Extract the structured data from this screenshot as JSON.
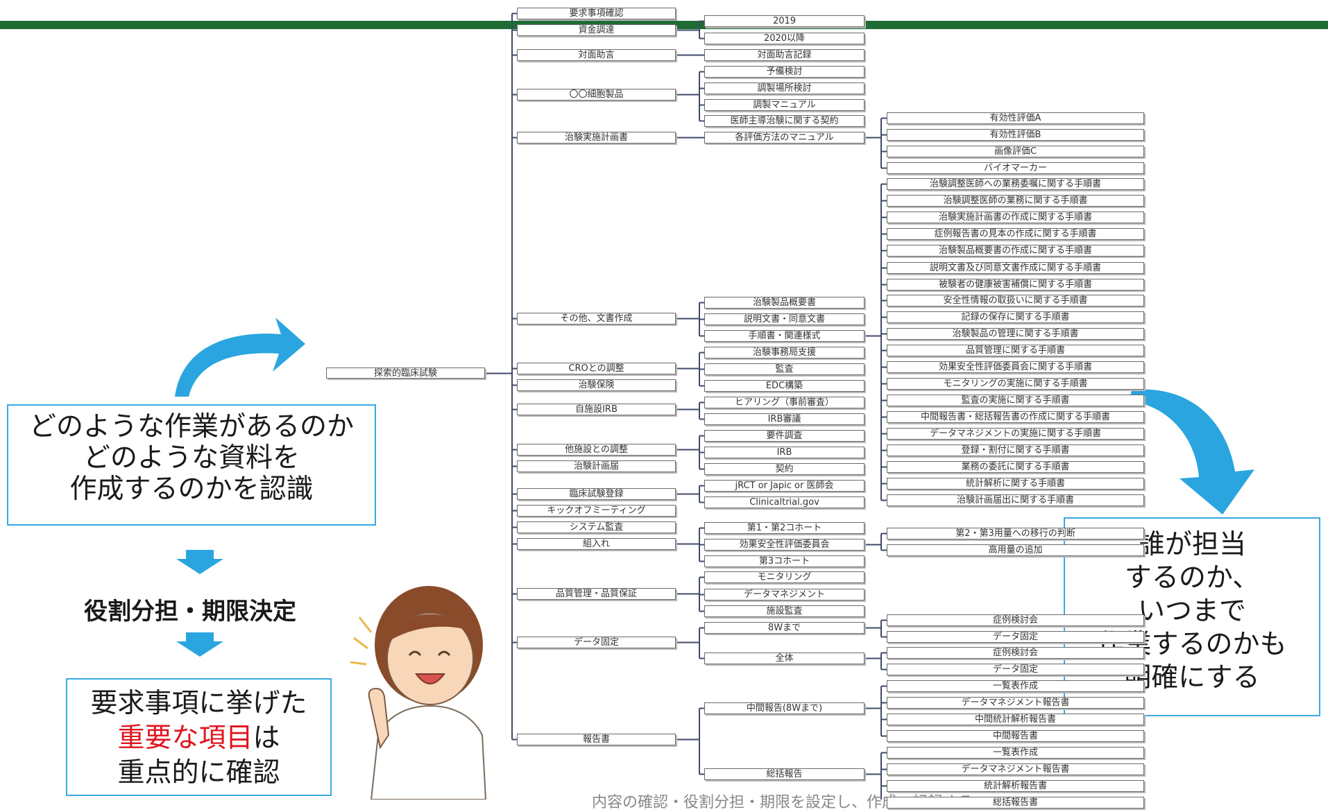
{
  "tree": {
    "root": "探索的臨床試験",
    "nodes": [
      {
        "id": "L1-0",
        "label": "要求事項確認",
        "level": 1
      },
      {
        "id": "L1-1",
        "label": "資金調達",
        "level": 1
      },
      {
        "id": "L1-2",
        "label": "対面助言",
        "level": 1
      },
      {
        "id": "L1-3",
        "label": "〇〇細胞製品",
        "level": 1
      },
      {
        "id": "L1-4",
        "label": "治験実施計画書",
        "level": 1
      },
      {
        "id": "L1-5",
        "label": "その他、文書作成",
        "level": 1
      },
      {
        "id": "L1-6",
        "label": "CROとの調整",
        "level": 1
      },
      {
        "id": "L1-7",
        "label": "治験保険",
        "level": 1
      },
      {
        "id": "L1-8",
        "label": "自施設IRB",
        "level": 1
      },
      {
        "id": "L1-9",
        "label": "他施設との調整",
        "level": 1
      },
      {
        "id": "L1-10",
        "label": "治験計画届",
        "level": 1
      },
      {
        "id": "L1-11",
        "label": "臨床試験登録",
        "level": 1
      },
      {
        "id": "L1-12",
        "label": "キックオフミーティング",
        "level": 1
      },
      {
        "id": "L1-13",
        "label": "システム監査",
        "level": 1
      },
      {
        "id": "L1-14",
        "label": "組入れ",
        "level": 1
      },
      {
        "id": "L1-15",
        "label": "品質管理・品質保証",
        "level": 1
      },
      {
        "id": "L1-16",
        "label": "データ固定",
        "level": 1
      },
      {
        "id": "L1-17",
        "label": "報告書",
        "level": 1
      },
      {
        "id": "L2-0",
        "label": "2019",
        "level": 2,
        "parent": "L1-1"
      },
      {
        "id": "L2-1",
        "label": "2020以降",
        "level": 2,
        "parent": "L1-1"
      },
      {
        "id": "L2-2",
        "label": "対面助言記録",
        "level": 2,
        "parent": "L1-2"
      },
      {
        "id": "L2-3",
        "label": "予備検討",
        "level": 2,
        "parent": "L1-3"
      },
      {
        "id": "L2-4",
        "label": "調製場所検討",
        "level": 2,
        "parent": "L1-3"
      },
      {
        "id": "L2-5",
        "label": "調製マニュアル",
        "level": 2,
        "parent": "L1-3"
      },
      {
        "id": "L2-6",
        "label": "医師主導治験に関する契約",
        "level": 2,
        "parent": "L1-3"
      },
      {
        "id": "L2-7",
        "label": "各評価方法のマニュアル",
        "level": 2,
        "parent": "L1-4"
      },
      {
        "id": "L2-8",
        "label": "治験製品概要書",
        "level": 2,
        "parent": "L1-5"
      },
      {
        "id": "L2-9",
        "label": "説明文書・同意文書",
        "level": 2,
        "parent": "L1-5"
      },
      {
        "id": "L2-10",
        "label": "手順書・関連様式",
        "level": 2,
        "parent": "L1-5"
      },
      {
        "id": "L2-11",
        "label": "治験事務局支援",
        "level": 2,
        "parent": "L1-6"
      },
      {
        "id": "L2-12",
        "label": "監査",
        "level": 2,
        "parent": "L1-6"
      },
      {
        "id": "L2-13",
        "label": "EDC構築",
        "level": 2,
        "parent": "L1-6"
      },
      {
        "id": "L2-14",
        "label": "ヒアリング（事前審査）",
        "level": 2,
        "parent": "L1-8"
      },
      {
        "id": "L2-15",
        "label": "IRB審議",
        "level": 2,
        "parent": "L1-8"
      },
      {
        "id": "L2-16",
        "label": "要件調査",
        "level": 2,
        "parent": "L1-9"
      },
      {
        "id": "L2-17",
        "label": "IRB",
        "level": 2,
        "parent": "L1-9"
      },
      {
        "id": "L2-18",
        "label": "契約",
        "level": 2,
        "parent": "L1-9"
      },
      {
        "id": "L2-19",
        "label": "jRCT or Japic or 医師会",
        "level": 2,
        "parent": "L1-11"
      },
      {
        "id": "L2-20",
        "label": "Clinicaltrial.gov",
        "level": 2,
        "parent": "L1-11"
      },
      {
        "id": "L2-21",
        "label": "第1・第2コホート",
        "level": 2,
        "parent": "L1-14"
      },
      {
        "id": "L2-22",
        "label": "効果安全性評価委員会",
        "level": 2,
        "parent": "L1-14"
      },
      {
        "id": "L2-23",
        "label": "第3コホート",
        "level": 2,
        "parent": "L1-14"
      },
      {
        "id": "L2-24",
        "label": "モニタリング",
        "level": 2,
        "parent": "L1-15"
      },
      {
        "id": "L2-25",
        "label": "データマネジメント",
        "level": 2,
        "parent": "L1-15"
      },
      {
        "id": "L2-26",
        "label": "施設監査",
        "level": 2,
        "parent": "L1-15"
      },
      {
        "id": "L2-27",
        "label": "8Wまで",
        "level": 2,
        "parent": "L1-16"
      },
      {
        "id": "L2-28",
        "label": "全体",
        "level": 2,
        "parent": "L1-16"
      },
      {
        "id": "L2-29",
        "label": "中間報告(8Wまで)",
        "level": 2,
        "parent": "L1-17"
      },
      {
        "id": "L2-30",
        "label": "総括報告",
        "level": 2,
        "parent": "L1-17"
      },
      {
        "id": "L3-0",
        "label": "有効性評価A",
        "level": 3,
        "parent": "L2-7"
      },
      {
        "id": "L3-1",
        "label": "有効性評価B",
        "level": 3,
        "parent": "L2-7"
      },
      {
        "id": "L3-2",
        "label": "画像評価C",
        "level": 3,
        "parent": "L2-7"
      },
      {
        "id": "L3-3",
        "label": "バイオマーカー",
        "level": 3,
        "parent": "L2-7"
      },
      {
        "id": "L3-4",
        "label": "治験調整医師への業務委嘱に関する手順書",
        "level": 3,
        "parent": "L2-10"
      },
      {
        "id": "L3-5",
        "label": "治験調整医師の業務に関する手順書",
        "level": 3,
        "parent": "L2-10"
      },
      {
        "id": "L3-6",
        "label": "治験実施計画書の作成に関する手順書",
        "level": 3,
        "parent": "L2-10"
      },
      {
        "id": "L3-7",
        "label": "症例報告書の見本の作成に関する手順書",
        "level": 3,
        "parent": "L2-10"
      },
      {
        "id": "L3-8",
        "label": "治験製品概要書の作成に関する手順書",
        "level": 3,
        "parent": "L2-10"
      },
      {
        "id": "L3-9",
        "label": "説明文書及び同意文書作成に関する手順書",
        "level": 3,
        "parent": "L2-10"
      },
      {
        "id": "L3-10",
        "label": "被験者の健康被害補償に関する手順書",
        "level": 3,
        "parent": "L2-10"
      },
      {
        "id": "L3-11",
        "label": "安全性情報の取扱いに関する手順書",
        "level": 3,
        "parent": "L2-10"
      },
      {
        "id": "L3-12",
        "label": "記録の保存に関する手順書",
        "level": 3,
        "parent": "L2-10"
      },
      {
        "id": "L3-13",
        "label": "治験製品の管理に関する手順書",
        "level": 3,
        "parent": "L2-10"
      },
      {
        "id": "L3-14",
        "label": "品質管理に関する手順書",
        "level": 3,
        "parent": "L2-10"
      },
      {
        "id": "L3-15",
        "label": "効果安全性評価委員会に関する手順書",
        "level": 3,
        "parent": "L2-10"
      },
      {
        "id": "L3-16",
        "label": "モニタリングの実施に関する手順書",
        "level": 3,
        "parent": "L2-10"
      },
      {
        "id": "L3-17",
        "label": "監査の実施に関する手順書",
        "level": 3,
        "parent": "L2-10"
      },
      {
        "id": "L3-18",
        "label": "中間報告書・総括報告書の作成に関する手順書",
        "level": 3,
        "parent": "L2-10"
      },
      {
        "id": "L3-19",
        "label": "データマネジメントの実施に関する手順書",
        "level": 3,
        "parent": "L2-10"
      },
      {
        "id": "L3-20",
        "label": "登録・割付に関する手順書",
        "level": 3,
        "parent": "L2-10"
      },
      {
        "id": "L3-21",
        "label": "業務の委託に関する手順書",
        "level": 3,
        "parent": "L2-10"
      },
      {
        "id": "L3-22",
        "label": "統計解析に関する手順書",
        "level": 3,
        "parent": "L2-10"
      },
      {
        "id": "L3-23",
        "label": "治験計画届出に関する手順書",
        "level": 3,
        "parent": "L2-10"
      },
      {
        "id": "L3-24",
        "label": "第2・第3用量への移行の判断",
        "level": 3,
        "parent": "L2-22"
      },
      {
        "id": "L3-25",
        "label": "高用量の追加",
        "level": 3,
        "parent": "L2-22"
      },
      {
        "id": "L3-26",
        "label": "症例検討会",
        "level": 3,
        "parent": "L2-27"
      },
      {
        "id": "L3-27",
        "label": "データ固定",
        "level": 3,
        "parent": "L2-27"
      },
      {
        "id": "L3-28",
        "label": "症例検討会",
        "level": 3,
        "parent": "L2-28"
      },
      {
        "id": "L3-29",
        "label": "データ固定",
        "level": 3,
        "parent": "L2-28"
      },
      {
        "id": "L3-30",
        "label": "一覧表作成",
        "level": 3,
        "parent": "L2-29"
      },
      {
        "id": "L3-31",
        "label": "データマネジメント報告書",
        "level": 3,
        "parent": "L2-29"
      },
      {
        "id": "L3-32",
        "label": "中間統計解析報告書",
        "level": 3,
        "parent": "L2-29"
      },
      {
        "id": "L3-33",
        "label": "中間報告書",
        "level": 3,
        "parent": "L2-29"
      },
      {
        "id": "L3-34",
        "label": "一覧表作成",
        "level": 3,
        "parent": "L2-30"
      },
      {
        "id": "L3-35",
        "label": "データマネジメント報告書",
        "level": 3,
        "parent": "L2-30"
      },
      {
        "id": "L3-36",
        "label": "統計解析報告書",
        "level": 3,
        "parent": "L2-30"
      },
      {
        "id": "L3-37",
        "label": "総括報告書",
        "level": 3,
        "parent": "L2-30"
      }
    ]
  },
  "callouts": {
    "left": [
      "どのような作業があるのか",
      "どのような資料を",
      "作成するのかを認識"
    ],
    "role": "役割分担・期限決定",
    "bottom": {
      "line1": "要求事項に挙げた",
      "line2_red": "重要な項目",
      "line2_tail": "は",
      "line3": "重点的に確認"
    },
    "right": [
      "誰が担当",
      "するのか、",
      "いつまで",
      "作業するのかも",
      "明確にする"
    ]
  },
  "colors": {
    "accent_bar": "#1f6b34",
    "callout_border": "#39a9e0",
    "arrow": "#2aa5df",
    "highlight": "#e0141e"
  },
  "caption": "内容の確認・役割分担・期限を設定し、作成・記録する"
}
